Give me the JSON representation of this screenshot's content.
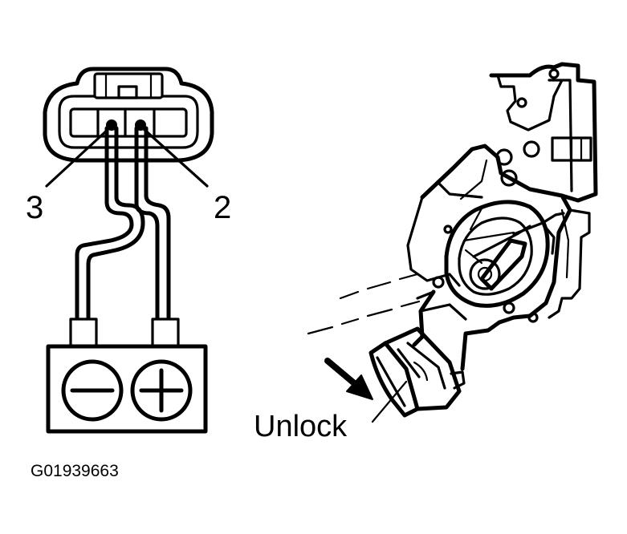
{
  "connector": {
    "pin_left_label": "3",
    "pin_right_label": "2"
  },
  "battery": {
    "negative_symbol": "minus",
    "positive_symbol": "plus"
  },
  "actuator": {
    "direction_label": "Unlock"
  },
  "figure_code": "G01939663"
}
